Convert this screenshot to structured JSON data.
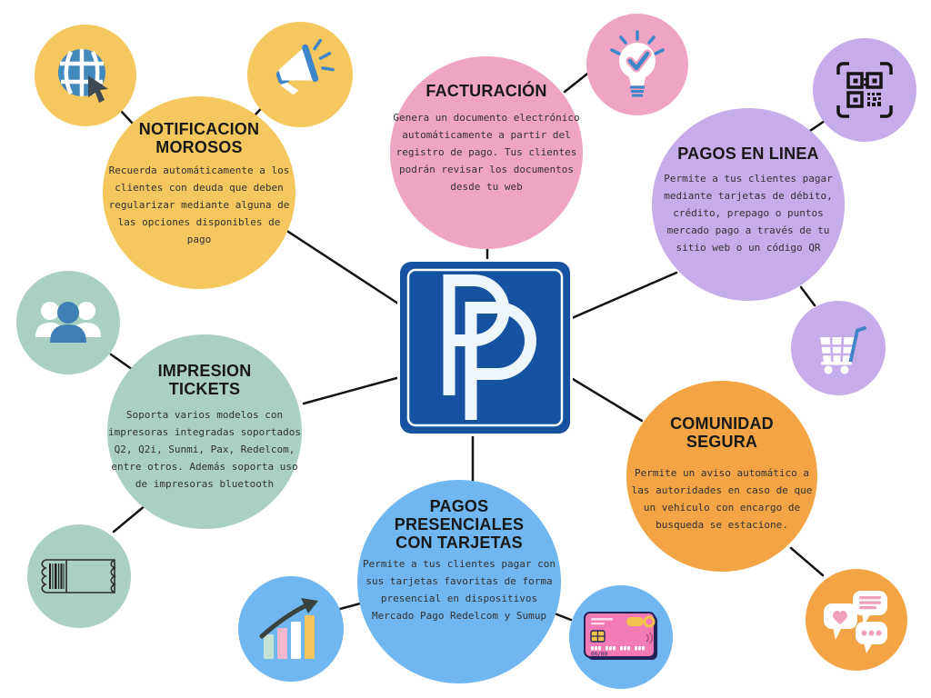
{
  "palette": {
    "yellow": "#F4C85E",
    "pink": "#F0A4C3",
    "purple": "#C7ACEA",
    "green": "#A9D0C0",
    "blue": "#70B7F2",
    "orange": "#F3A445",
    "sign_blue": "#15529F",
    "sign_letter": "#EDF6FB",
    "connector": "#131313",
    "heading_text": "#181818",
    "body_text": "#323232"
  },
  "center": {
    "logo": "double-p-parking-sign",
    "color": "#15529F"
  },
  "nodes": [
    {
      "id": "notificacion-morosos",
      "color": "#F4C85E",
      "title_lines": [
        "NOTIFICACION",
        "MOROSOS"
      ],
      "body": "Recuerda automáticamente a los clientes con deuda que deben regularizar mediante alguna de las opciones disponibles de pago"
    },
    {
      "id": "facturacion",
      "color": "#F0A4C3",
      "title_lines": [
        "FACTURACIÓN"
      ],
      "body": "Genera un documento electrónico automáticamente a partir del registro de pago. Tus clientes podrán revisar los documentos desde tu web"
    },
    {
      "id": "pagos-en-linea",
      "color": "#C7ACEA",
      "title_lines": [
        "PAGOS EN LINEA"
      ],
      "body": "Permite a tus clientes pagar mediante tarjetas de débito, crédito, prepago o puntos mercado pago a través de tu sitio web o un código QR"
    },
    {
      "id": "impresion-tickets",
      "color": "#A9D0C0",
      "title_lines": [
        "IMPRESION",
        "TICKETS"
      ],
      "body": "Soporta varios modelos con impresoras integradas soportados Q2, Q2i, Sunmi, Pax, Redelcom, entre otros. Además soporta uso de impresoras bluetooth"
    },
    {
      "id": "pagos-presenciales-con-tarjetas",
      "color": "#70B7F2",
      "title_lines": [
        "PAGOS",
        "PRESENCIALES",
        "CON TARJETAS"
      ],
      "body": "Permite a tus clientes pagar con sus tarjetas favoritas de forma presencial en dispositivos Mercado Pago Redelcom y Sumup"
    },
    {
      "id": "comunidad-segura",
      "color": "#F3A445",
      "title_lines": [
        "COMUNIDAD",
        "SEGURA"
      ],
      "body": "Permite un aviso automático a las autoridades en caso de que un vehículo con encargo de busqueda se estacione."
    }
  ],
  "icon_bubbles": [
    {
      "id": "globe-cursor-icon",
      "color": "#F4C85E"
    },
    {
      "id": "megaphone-icon",
      "color": "#F4C85E"
    },
    {
      "id": "lightbulb-check-icon",
      "color": "#F0A4C3"
    },
    {
      "id": "qr-code-icon",
      "color": "#C7ACEA"
    },
    {
      "id": "shopping-cart-icon",
      "color": "#C7ACEA"
    },
    {
      "id": "people-group-icon",
      "color": "#A9D0C0"
    },
    {
      "id": "ticket-icon",
      "color": "#A9D0C0"
    },
    {
      "id": "bar-chart-icon",
      "color": "#70B7F2"
    },
    {
      "id": "credit-card-icon",
      "color": "#70B7F2"
    },
    {
      "id": "chat-bubbles-icon",
      "color": "#F3A445"
    }
  ],
  "card_label": "00/00"
}
